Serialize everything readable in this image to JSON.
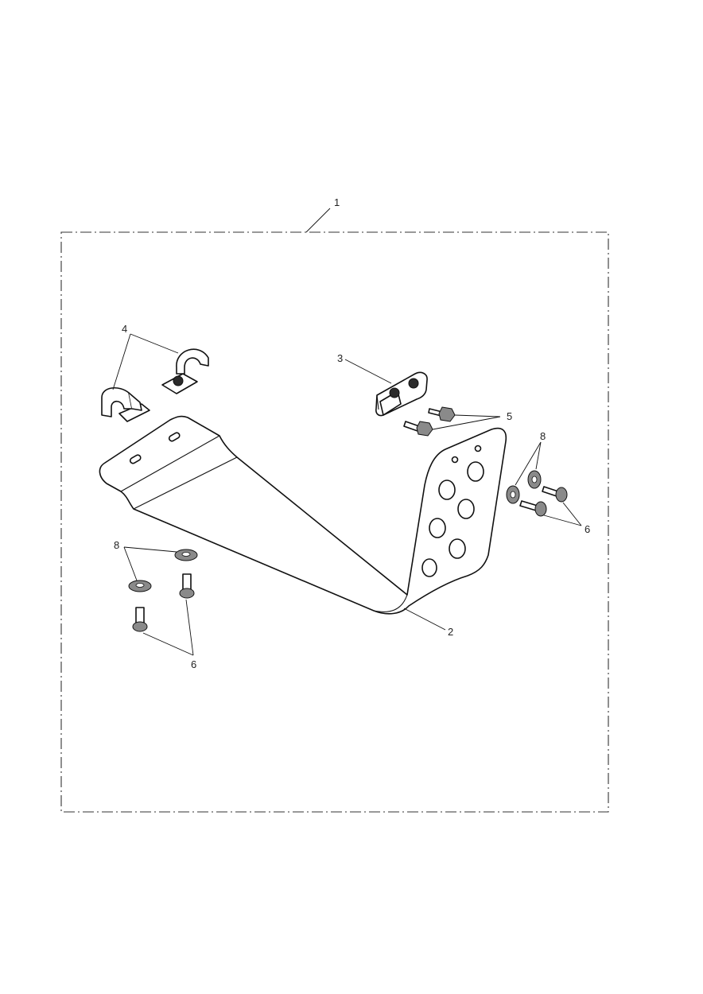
{
  "callouts": {
    "kit": "1",
    "guard": "2",
    "bracket": "3",
    "clamp": "4",
    "bolt_5": "5",
    "bolt_6_right": "6",
    "bolt_6_left": "6",
    "washer_8_right": "8",
    "washer_8_left": "8"
  }
}
